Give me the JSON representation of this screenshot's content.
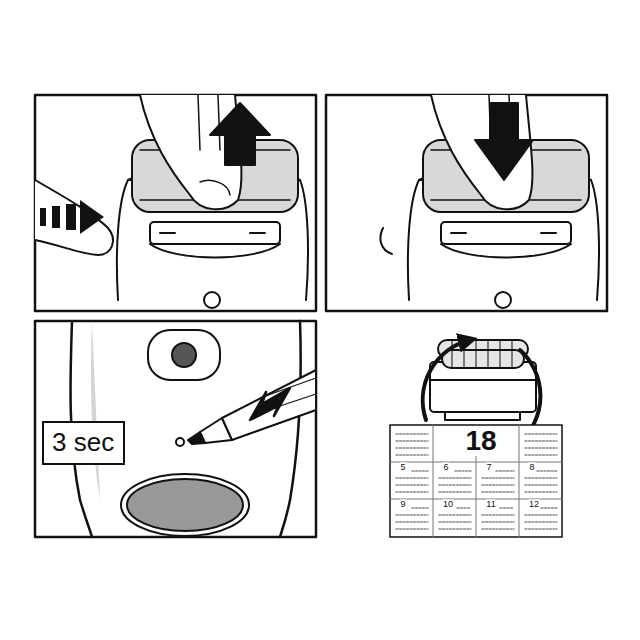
{
  "diagram": {
    "nodes": [
      {
        "text": [
          "3 sec"
        ]
      }
    ],
    "labels": [
      "18",
      "5",
      "6",
      "7",
      "8",
      "9",
      "10",
      "11",
      "12"
    ]
  }
}
